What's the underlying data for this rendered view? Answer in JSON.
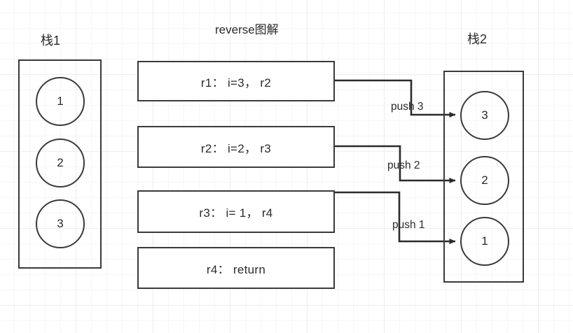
{
  "diagram": {
    "title": "reverse图解",
    "stack1": {
      "title": "栈1",
      "items": [
        "1",
        "2",
        "3"
      ]
    },
    "stack2": {
      "title": "栈2",
      "items": [
        "3",
        "2",
        "1"
      ]
    },
    "frames": [
      {
        "label": "r1： i=3， r2"
      },
      {
        "label": "r2： i=2， r3"
      },
      {
        "label": "r3： i= 1， r4"
      },
      {
        "label": "r4： return"
      }
    ],
    "connectors": [
      {
        "label": "push 3"
      },
      {
        "label": "push 2"
      },
      {
        "label": "push 1"
      }
    ],
    "colors": {
      "stroke": "#3a3a3a",
      "text": "#2b2b2b",
      "grid_minor": "#f6f6f6",
      "grid_major": "#ededed",
      "background": "#ffffff"
    }
  }
}
